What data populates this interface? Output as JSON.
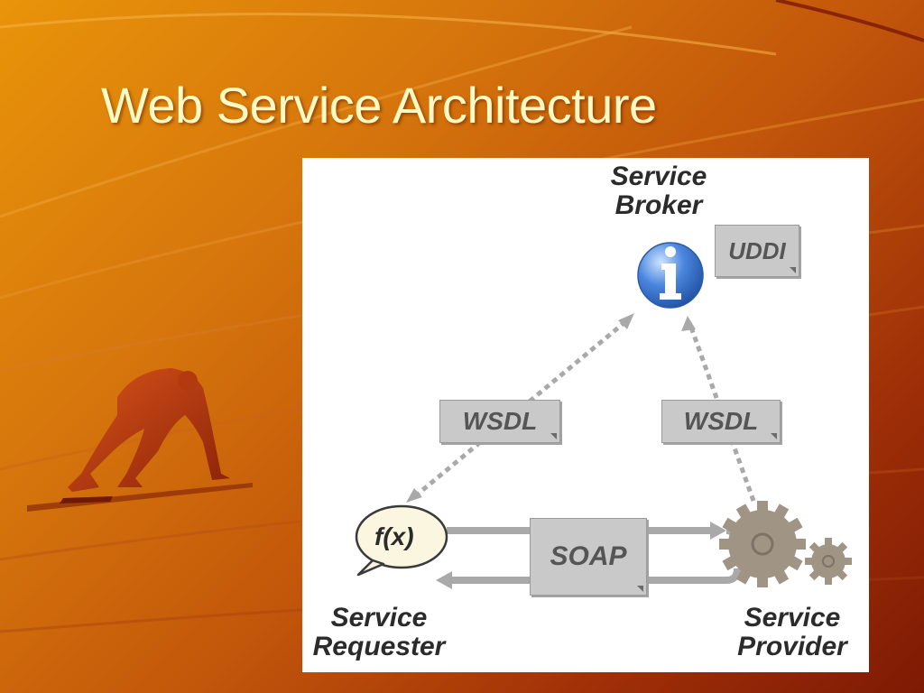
{
  "slide": {
    "title": "Web Service Architecture"
  },
  "diagram": {
    "broker": {
      "line1": "Service",
      "line2": "Broker",
      "icon": "info-icon",
      "doc": "UDDI"
    },
    "requester": {
      "line1": "Service",
      "line2": "Requester",
      "icon": "function-bubble-icon",
      "glyph": "f(x)"
    },
    "provider": {
      "line1": "Service",
      "line2": "Provider",
      "icon": "gears-icon"
    },
    "wsdl_left": "WSDL",
    "wsdl_right": "WSDL",
    "soap": "SOAP"
  },
  "colors": {
    "title": "#fff9c4",
    "connector": "#a9a9a9",
    "doc_box": "#c9c9c9",
    "gear": "#a09484"
  }
}
